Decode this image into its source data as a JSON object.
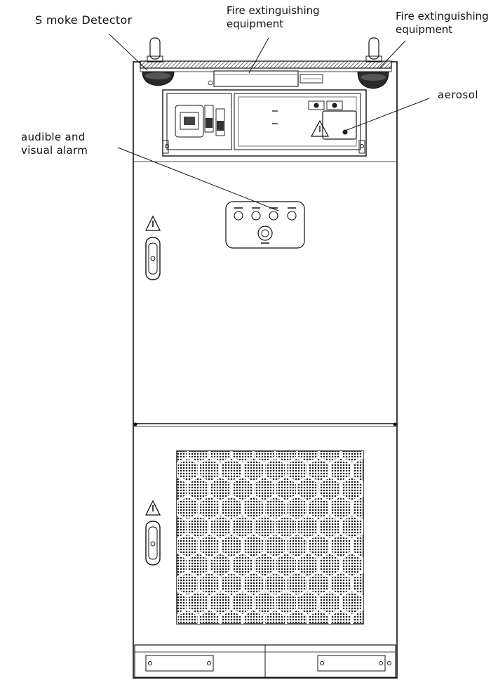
{
  "labels": {
    "smoke_detector": "S moke Detector",
    "fire_equipment_center": "Fire extinguishing\nequipment",
    "fire_equipment_right": "Fire extinguishing\nequipment",
    "aerosol": "aerosol",
    "alarm": "audible and\nvisual alarm"
  },
  "colors": {
    "line": "#111111",
    "background": "#ffffff",
    "hatch": "#333333"
  }
}
